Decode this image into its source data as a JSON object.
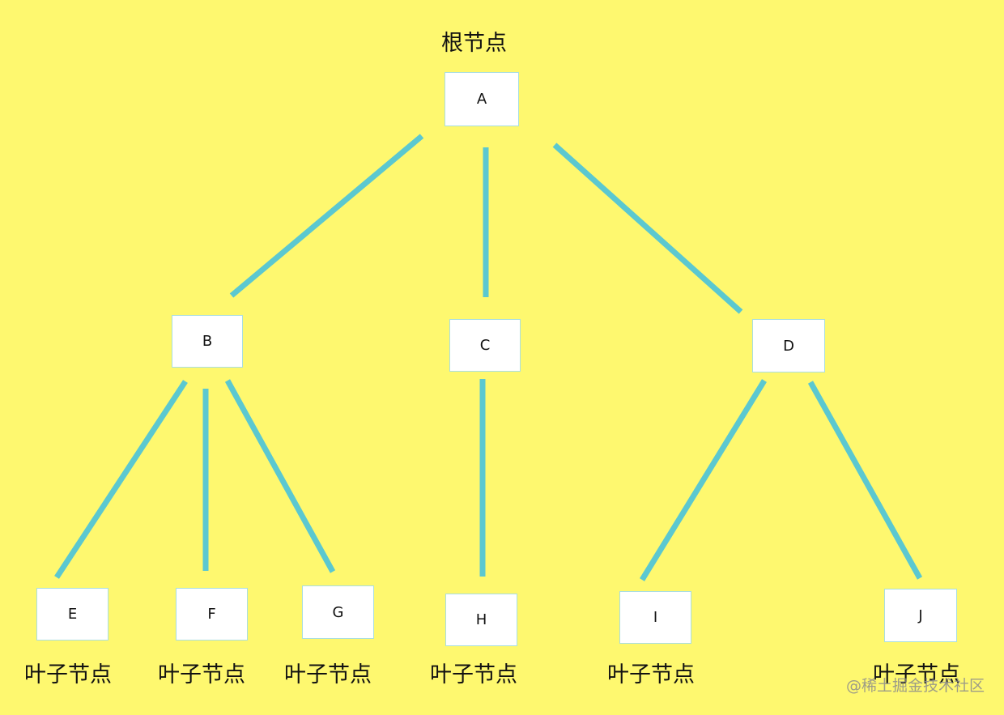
{
  "diagram": {
    "nodes": [
      {
        "id": "A",
        "label": "A"
      },
      {
        "id": "B",
        "label": "B"
      },
      {
        "id": "C",
        "label": "C"
      },
      {
        "id": "D",
        "label": "D"
      },
      {
        "id": "E",
        "label": "E"
      },
      {
        "id": "F",
        "label": "F"
      },
      {
        "id": "G",
        "label": "G"
      },
      {
        "id": "H",
        "label": "H"
      },
      {
        "id": "I",
        "label": "I"
      },
      {
        "id": "J",
        "label": "J"
      }
    ],
    "edges": [
      [
        "A",
        "B"
      ],
      [
        "A",
        "C"
      ],
      [
        "A",
        "D"
      ],
      [
        "B",
        "E"
      ],
      [
        "B",
        "F"
      ],
      [
        "B",
        "G"
      ],
      [
        "C",
        "H"
      ],
      [
        "D",
        "I"
      ],
      [
        "D",
        "J"
      ]
    ],
    "root_caption": "根节点",
    "leaf_caption": "叶子节点",
    "colors": {
      "background": "#fef86f",
      "edge": "#5bc8d0",
      "node_fill": "#ffffff",
      "node_border": "#a9dee0"
    }
  },
  "watermark": "@稀土掘金技术社区"
}
